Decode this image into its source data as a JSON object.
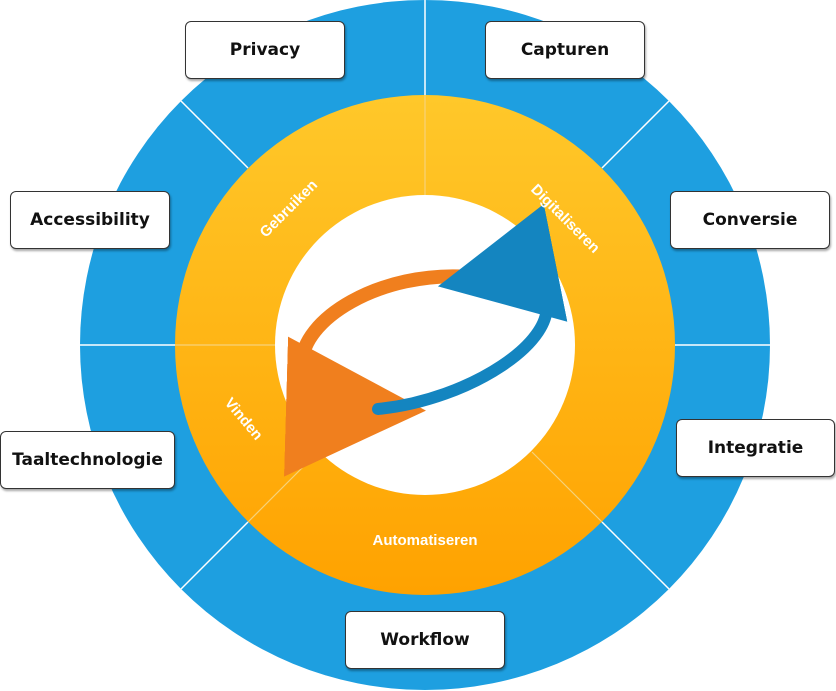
{
  "inner_ring": {
    "segments": [
      {
        "id": "gebruiken",
        "label": "Gebruiken"
      },
      {
        "id": "digitaliseren",
        "label": "Digitaliseren"
      },
      {
        "id": "vinden",
        "label": "Vinden"
      },
      {
        "id": "automatiseren",
        "label": "Automatiseren"
      }
    ]
  },
  "outer_boxes": [
    {
      "id": "privacy",
      "label": "Privacy"
    },
    {
      "id": "capturen",
      "label": "Capturen"
    },
    {
      "id": "accessibility",
      "label": "Accessibility"
    },
    {
      "id": "conversie",
      "label": "Conversie"
    },
    {
      "id": "taaltechnologie",
      "label": "Taaltechnologie"
    },
    {
      "id": "integratie",
      "label": "Integratie"
    },
    {
      "id": "workflow",
      "label": "Workflow"
    }
  ],
  "colors": {
    "outer_ring": "#1E9FE0",
    "inner_ring_top": "#FFC82A",
    "inner_ring_bottom": "#FFA200",
    "arrow_orange": "#F07F1E",
    "arrow_blue": "#1485C0"
  },
  "icon": "cycle-arrows-icon"
}
